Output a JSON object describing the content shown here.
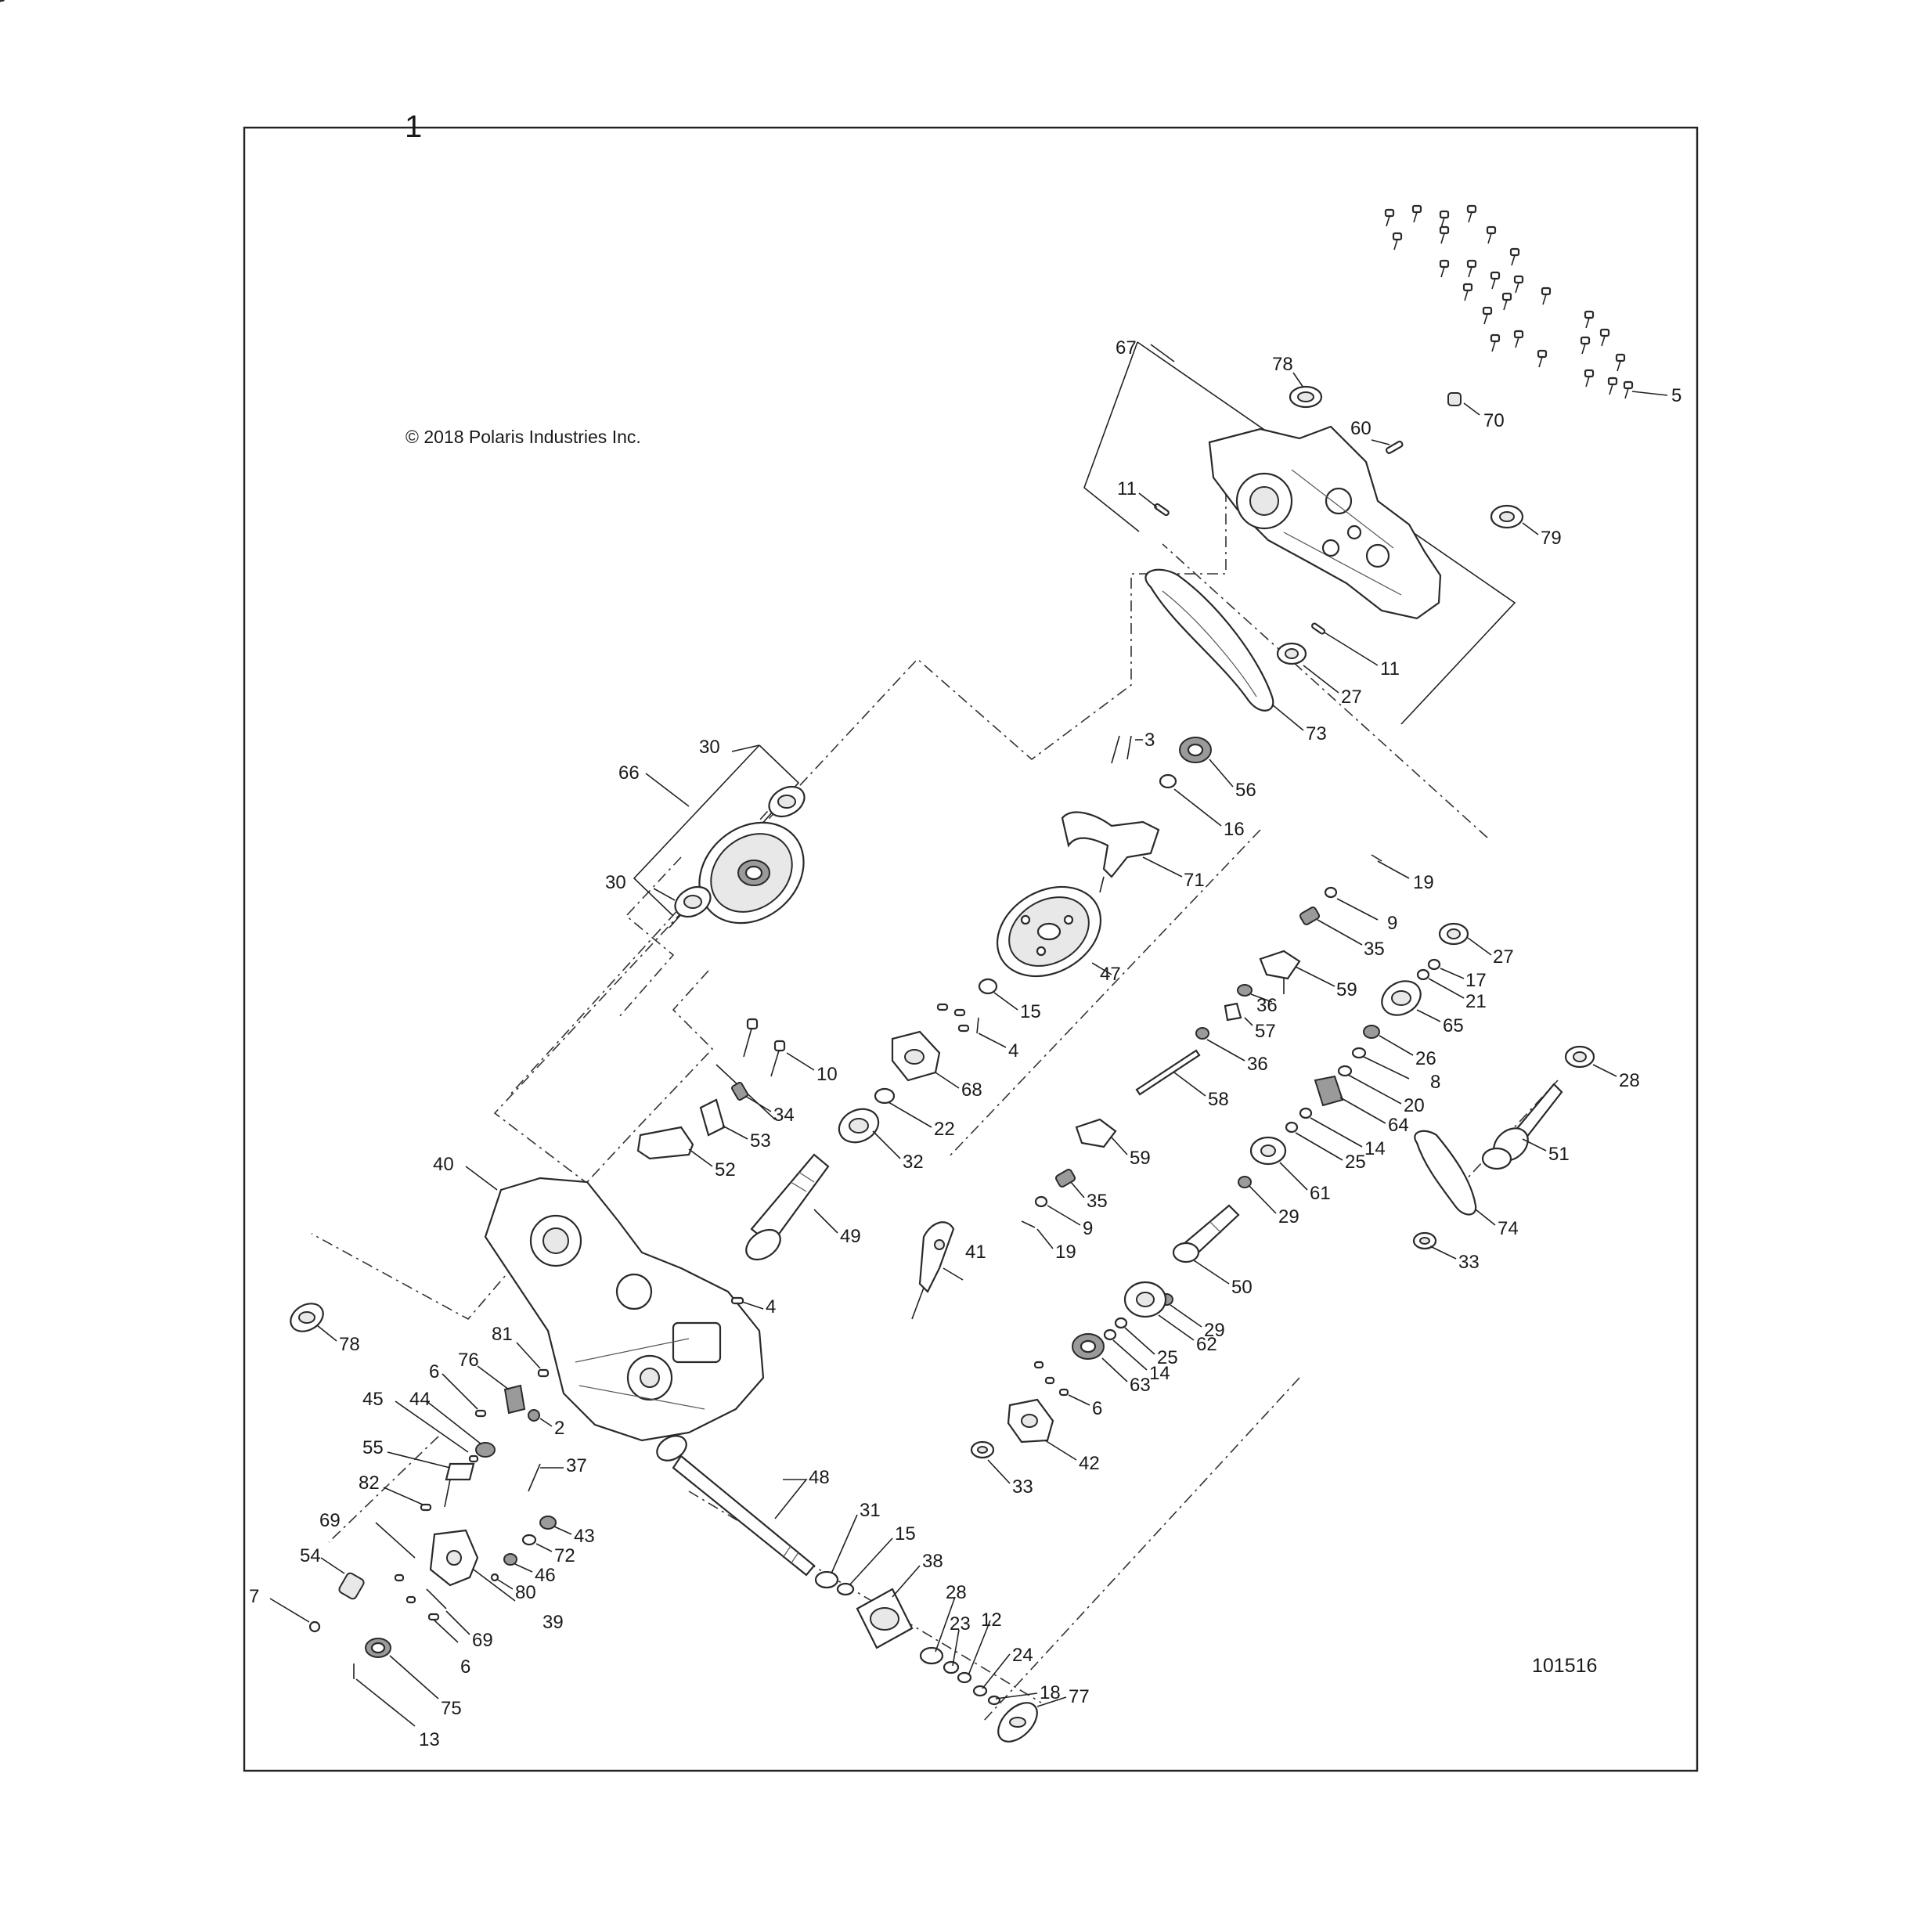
{
  "assembly_number": "1",
  "copyright": "© 2018 Polaris Industries Inc.",
  "diagram_id": "101516",
  "callouts": [
    {
      "id": "c67",
      "label": "67"
    },
    {
      "id": "c78a",
      "label": "78"
    },
    {
      "id": "c60",
      "label": "60"
    },
    {
      "id": "c70",
      "label": "70"
    },
    {
      "id": "c5",
      "label": "5"
    },
    {
      "id": "c11a",
      "label": "11"
    },
    {
      "id": "c79",
      "label": "79"
    },
    {
      "id": "c11b",
      "label": "11"
    },
    {
      "id": "c27a",
      "label": "27"
    },
    {
      "id": "c73",
      "label": "73"
    },
    {
      "id": "c3",
      "label": "3"
    },
    {
      "id": "c56",
      "label": "56"
    },
    {
      "id": "c30a",
      "label": "30"
    },
    {
      "id": "c66",
      "label": "66"
    },
    {
      "id": "c16",
      "label": "16"
    },
    {
      "id": "c30b",
      "label": "30"
    },
    {
      "id": "c71",
      "label": "71"
    },
    {
      "id": "c19a",
      "label": "19"
    },
    {
      "id": "c9a",
      "label": "9"
    },
    {
      "id": "c35a",
      "label": "35"
    },
    {
      "id": "c47",
      "label": "47"
    },
    {
      "id": "c59a",
      "label": "59"
    },
    {
      "id": "c27b",
      "label": "27"
    },
    {
      "id": "c17",
      "label": "17"
    },
    {
      "id": "c15a",
      "label": "15"
    },
    {
      "id": "c36a",
      "label": "36"
    },
    {
      "id": "c21",
      "label": "21"
    },
    {
      "id": "c57",
      "label": "57"
    },
    {
      "id": "c65",
      "label": "65"
    },
    {
      "id": "c4a",
      "label": "4"
    },
    {
      "id": "c36b",
      "label": "36"
    },
    {
      "id": "c26",
      "label": "26"
    },
    {
      "id": "c10",
      "label": "10"
    },
    {
      "id": "c68",
      "label": "68"
    },
    {
      "id": "c8",
      "label": "8"
    },
    {
      "id": "c58",
      "label": "58"
    },
    {
      "id": "c28a",
      "label": "28"
    },
    {
      "id": "c34",
      "label": "34"
    },
    {
      "id": "c20",
      "label": "20"
    },
    {
      "id": "c22",
      "label": "22"
    },
    {
      "id": "c64",
      "label": "64"
    },
    {
      "id": "c53",
      "label": "53"
    },
    {
      "id": "c14a",
      "label": "14"
    },
    {
      "id": "c51",
      "label": "51"
    },
    {
      "id": "c32",
      "label": "32"
    },
    {
      "id": "c59b",
      "label": "59"
    },
    {
      "id": "c25a",
      "label": "25"
    },
    {
      "id": "c40",
      "label": "40"
    },
    {
      "id": "c52",
      "label": "52"
    },
    {
      "id": "c61",
      "label": "61"
    },
    {
      "id": "c35b",
      "label": "35"
    },
    {
      "id": "c74",
      "label": "74"
    },
    {
      "id": "c29a",
      "label": "29"
    },
    {
      "id": "c9b",
      "label": "9"
    },
    {
      "id": "c49",
      "label": "49"
    },
    {
      "id": "c19b",
      "label": "19"
    },
    {
      "id": "c33a",
      "label": "33"
    },
    {
      "id": "c41",
      "label": "41"
    },
    {
      "id": "c50",
      "label": "50"
    },
    {
      "id": "c4b",
      "label": "4"
    },
    {
      "id": "c29b",
      "label": "29"
    },
    {
      "id": "c78b",
      "label": "78"
    },
    {
      "id": "c81",
      "label": "81"
    },
    {
      "id": "c62",
      "label": "62"
    },
    {
      "id": "c25b",
      "label": "25"
    },
    {
      "id": "c6a",
      "label": "6"
    },
    {
      "id": "c76",
      "label": "76"
    },
    {
      "id": "c14b",
      "label": "14"
    },
    {
      "id": "c63",
      "label": "63"
    },
    {
      "id": "c45",
      "label": "45"
    },
    {
      "id": "c44",
      "label": "44"
    },
    {
      "id": "c2",
      "label": "2"
    },
    {
      "id": "c6b",
      "label": "6"
    },
    {
      "id": "c55",
      "label": "55"
    },
    {
      "id": "c42",
      "label": "42"
    },
    {
      "id": "c37",
      "label": "37"
    },
    {
      "id": "c48",
      "label": "48"
    },
    {
      "id": "c33b",
      "label": "33"
    },
    {
      "id": "c82",
      "label": "82"
    },
    {
      "id": "c31",
      "label": "31"
    },
    {
      "id": "c15b",
      "label": "15"
    },
    {
      "id": "c69a",
      "label": "69"
    },
    {
      "id": "c43",
      "label": "43"
    },
    {
      "id": "c72",
      "label": "72"
    },
    {
      "id": "c38",
      "label": "38"
    },
    {
      "id": "c46",
      "label": "46"
    },
    {
      "id": "c54",
      "label": "54"
    },
    {
      "id": "c80",
      "label": "80"
    },
    {
      "id": "c28b",
      "label": "28"
    },
    {
      "id": "c7",
      "label": "7"
    },
    {
      "id": "c39",
      "label": "39"
    },
    {
      "id": "c69b",
      "label": "69"
    },
    {
      "id": "c23",
      "label": "23"
    },
    {
      "id": "c12",
      "label": "12"
    },
    {
      "id": "c6c",
      "label": "6"
    },
    {
      "id": "c24",
      "label": "24"
    },
    {
      "id": "c18",
      "label": "18"
    },
    {
      "id": "c75",
      "label": "75"
    },
    {
      "id": "c77",
      "label": "77"
    },
    {
      "id": "c13",
      "label": "13"
    }
  ]
}
